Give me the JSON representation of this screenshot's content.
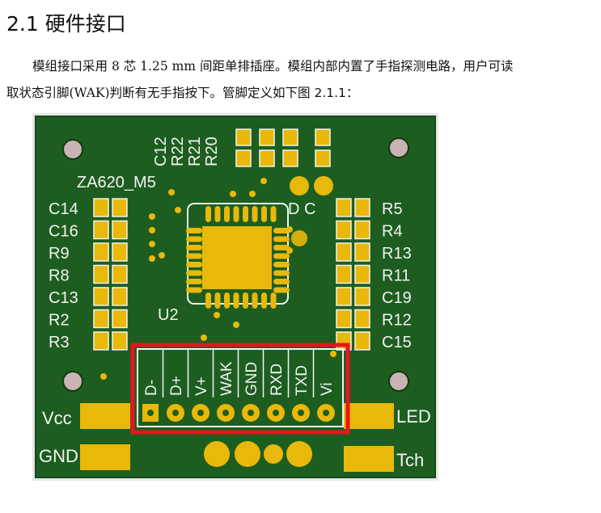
{
  "heading": "2.1 硬件接口",
  "paragraph": {
    "part1": "模组接口采用 ",
    "pin_count": "8",
    "part2": " 芯 ",
    "pitch": "1.25 mm",
    "part3": " 间距单排插座。模组内部内置了手指探测电路，用户可读",
    "part4": "取状态引脚",
    "pin_name": "(WAK)",
    "part5": "判断有无手指按下。管脚定义如下图 2.1.1："
  },
  "board": {
    "model": "ZA620_M5",
    "chip": "U2",
    "left_labels": [
      "C14",
      "C16",
      "R9",
      "R8",
      "C13",
      "R2",
      "R3"
    ],
    "right_labels": [
      "R5",
      "R4",
      "R13",
      "R11",
      "C19",
      "R12",
      "C15"
    ],
    "top_labels": [
      "C12",
      "R22",
      "R21",
      "R20"
    ],
    "dc_label": "D C",
    "pins": [
      "D-",
      "D+",
      "V+",
      "WAK",
      "GND",
      "RXD",
      "TXD",
      "Vi"
    ],
    "vcc_label": "Vcc",
    "gnd_label": "GND",
    "led_label": "LED",
    "tch_label": "Tch"
  },
  "colors": {
    "pcb_green": "#1d5e20",
    "pad_gold": "#e8b80a",
    "silkscreen": "#f2f2f2",
    "highlight_red": "#e8141e",
    "board_edge": "#e6e6e6"
  }
}
